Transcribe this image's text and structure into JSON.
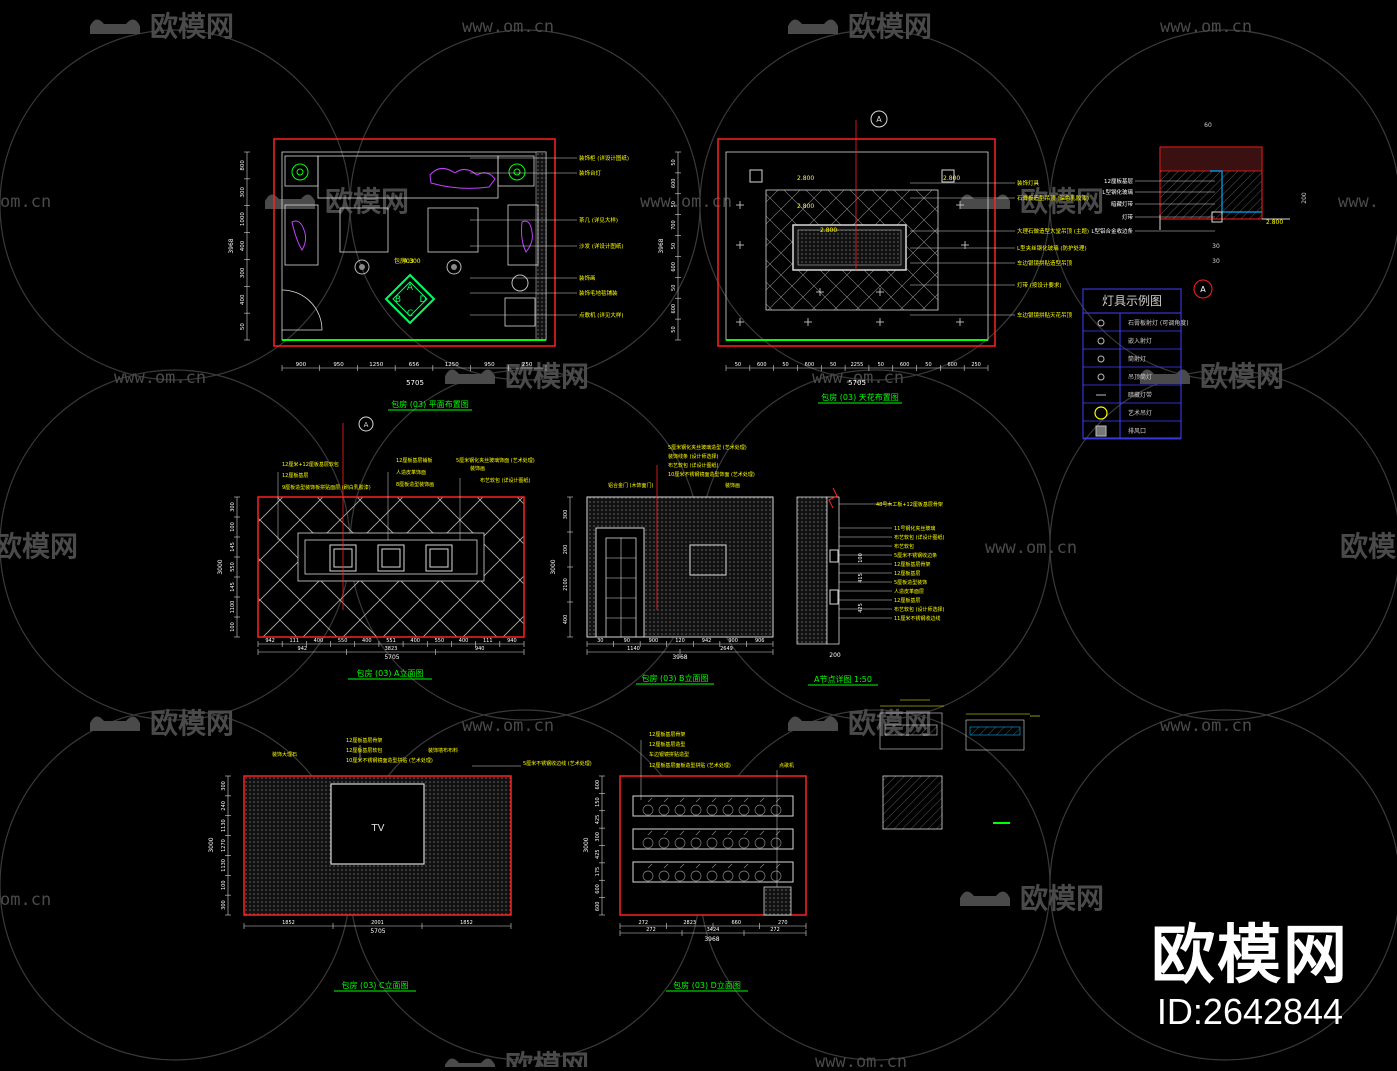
{
  "watermark": {
    "brand": "欧模网",
    "url": "www.om.cn",
    "url_partial": "om.cn",
    "brand_partial": "欧模网"
  },
  "badge": {
    "brand": "欧模网",
    "id": "ID:2642844"
  },
  "plan": {
    "title": "包房 (03) 平面布置图",
    "room_height": "4.300",
    "total_width": "5705",
    "bottom_dims": [
      "900",
      "950",
      "1250",
      "656",
      "1250",
      "950",
      "250"
    ],
    "left_dims": [
      "800",
      "300",
      "1000",
      "400",
      "300",
      "400",
      "50"
    ],
    "left_total": "3968",
    "labels": [
      "装饰柜 (详设计图纸)",
      "装饰台灯",
      "茶几 (详见大样)",
      "沙发 (详设计图纸)",
      "装饰画",
      "装饰毛地毯铺装",
      "点歌机 (详见大样)"
    ],
    "compass": [
      "A",
      "B",
      "C",
      "D"
    ]
  },
  "ceiling": {
    "title": "包房 (03) 天花布置图",
    "levels": [
      "2.800",
      "2.800",
      "2.800",
      "2.800"
    ],
    "bottom_dims": [
      "50",
      "600",
      "50",
      "600",
      "50",
      "2255",
      "50",
      "600",
      "50",
      "600",
      "250"
    ],
    "total_width": "5705",
    "left_dims": [
      "50",
      "600",
      "50",
      "700",
      "50",
      "600",
      "50",
      "600",
      "50"
    ],
    "left_total": "3968",
    "labels": [
      "装饰灯具",
      "石膏板造型吊顶 (深色乳胶漆)",
      "大理石做造型大堂吊顶 (主题)",
      "L型夹丝钢化玻璃 (防护处理)",
      "车边银镜拼贴造型吊顶",
      "灯带 (按设计要求)",
      "车边银镜拼贴天花吊顶"
    ],
    "section_marker": "A"
  },
  "detail": {
    "dims": [
      "60",
      "200",
      "30",
      "30"
    ],
    "level": "2.800",
    "labels": [
      "12厘板基层",
      "L型钢化玻璃",
      "暗藏灯带",
      "灯带",
      "L型铝合金收边条"
    ],
    "marker": "A"
  },
  "legend": {
    "title": "灯具示例图",
    "items": [
      "石膏板射灯 (可调角度)",
      "嵌入射灯",
      "筒射灯",
      "吊顶筒灯",
      "暗藏灯带",
      "艺术吊灯",
      "排风口"
    ]
  },
  "elev_a": {
    "title": "包房 (03) A立面图",
    "top_labels": [
      "12厘米+12厘板基层软包",
      "12厘板基层",
      "9厘板造型装饰板拼贴面层 (刷白乳胶漆)",
      "12厘板基层铺板",
      "人造皮革饰面",
      "8厘板造型装饰画",
      "5厘米钢化夹丝玻璃饰面 (艺术处理)",
      "装饰画",
      "布艺软包 (详设计图纸)"
    ],
    "bottom_dims_1": [
      "942",
      "111",
      "400",
      "550",
      "400",
      "551",
      "400",
      "550",
      "400",
      "111",
      "940"
    ],
    "bottom_dims_2": [
      "942",
      "3823",
      "940"
    ],
    "total": "5705",
    "left_dims": [
      "300",
      "100",
      "145",
      "550",
      "145",
      "1100",
      "100"
    ],
    "left_total": "3000",
    "marker": "A"
  },
  "elev_b": {
    "title": "包房 (03) B立面图",
    "top_labels": [
      "5厘米钢化夹丝玻璃造型 (艺术处理)",
      "装饰线条 (设计师选择)",
      "布艺软包 (详设计图纸)",
      "10厘米不锈钢镜面造型饰面 (艺术处理)",
      "铝合金门 (木饰面门)",
      "装饰画"
    ],
    "bottom_dims_1": [
      "30",
      "90",
      "900",
      "120",
      "942",
      "900",
      "906"
    ],
    "bottom_dims_2": [
      "1140",
      "2649"
    ],
    "total": "3968",
    "left_dims": [
      "300",
      "200",
      "2100",
      "400"
    ],
    "left_total": "3000"
  },
  "node_a": {
    "title": "A节点详图 1:50",
    "labels": [
      "48号木工板+12厘板基层骨架",
      "11号钢化夹丝玻璃",
      "布艺软包 (详设计图纸)",
      "布艺软包",
      "5厘米不锈钢收边条",
      "12厘板基层骨架",
      "12厘板基层",
      "5厘板造型装饰",
      "人造皮革面层",
      "12厘板基层",
      "布艺软包 (设计师选择)",
      "11厘米不锈钢收边线"
    ],
    "dims": [
      "200",
      "415",
      "100",
      "425",
      "100"
    ]
  },
  "elev_c": {
    "title": "包房 (03) C立面图",
    "top_labels": [
      "装饰大理石",
      "12厘板基层骨架",
      "12厘板基层软包",
      "10厘米不锈钢镜面造型拼贴 (艺术处理)",
      "装饰墙布布料",
      "5厘米不锈钢收边线 (艺术处理)"
    ],
    "screen_label": "TV",
    "bottom_dims": [
      "1852",
      "2001",
      "1852"
    ],
    "total": "5705",
    "left_dims": [
      "300",
      "240",
      "1130",
      "1270",
      "1130",
      "100",
      "300"
    ],
    "left_total": "3000"
  },
  "elev_d": {
    "title": "包房 (03) D立面图",
    "top_labels": [
      "12厘板基层骨架",
      "12厘板基层造型",
      "车边银镜拼贴造型",
      "12厘板基层面板造型拼贴 (艺术处理)",
      "点歌机"
    ],
    "bottom_dims_1": [
      "272",
      "2823",
      "660",
      "270"
    ],
    "bottom_dims_2": [
      "272",
      "3424",
      "272"
    ],
    "total": "3968",
    "left_dims": [
      "600",
      "150",
      "425",
      "300",
      "425",
      "175",
      "600",
      "600"
    ],
    "left_total": "3000"
  },
  "colors": {
    "background": "#000000",
    "wall_red": "#ff0000",
    "line_white": "#d8d8d8",
    "annotation_yellow": "#ffff00",
    "title_green": "#00ff00",
    "furniture_magenta": "#c040ff",
    "legend_blue": "#4040ff",
    "compass_green": "#00ff66",
    "watermark_gray": "#5a5a5a"
  }
}
